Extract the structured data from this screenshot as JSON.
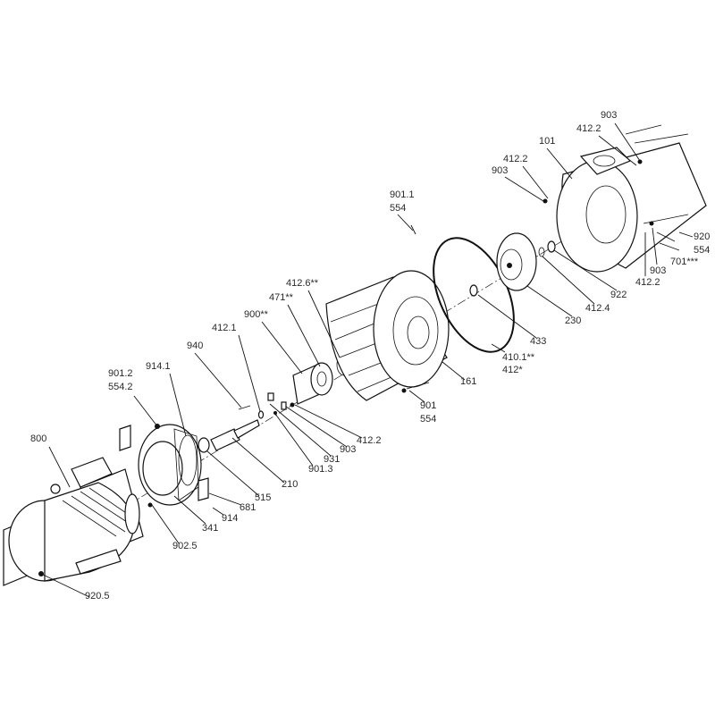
{
  "title": "Exploded view parts diagram",
  "labels": {
    "l903_top": "903",
    "l4122_top": "412.2",
    "l101": "101",
    "l4122_left": "412.2",
    "l903_left": "903",
    "l920": "920",
    "l554_right": "554",
    "l701": "701***",
    "l903_right": "903",
    "l4122_right": "412.2",
    "l922": "922",
    "l4124": "412.4",
    "l230": "230",
    "l433": "433",
    "l4101": "410.1**",
    "l412": "412*",
    "l9011": "901.1",
    "l554_top": "554",
    "l4126": "412.6**",
    "l471": "471**",
    "l900": "900**",
    "l4121": "412.1",
    "l940": "940",
    "l9141": "914.1",
    "l9012": "901.2",
    "l5542": "554.2",
    "l800": "800",
    "l161": "161",
    "l901": "901",
    "l554_mid": "554",
    "l4122_mid": "412.2",
    "l903_mid": "903",
    "l931": "931",
    "l9013": "901.3",
    "l210": "210",
    "l515": "515",
    "l681": "681",
    "l914": "914",
    "l341": "341",
    "l9025": "902.5",
    "l9205": "920.5"
  }
}
